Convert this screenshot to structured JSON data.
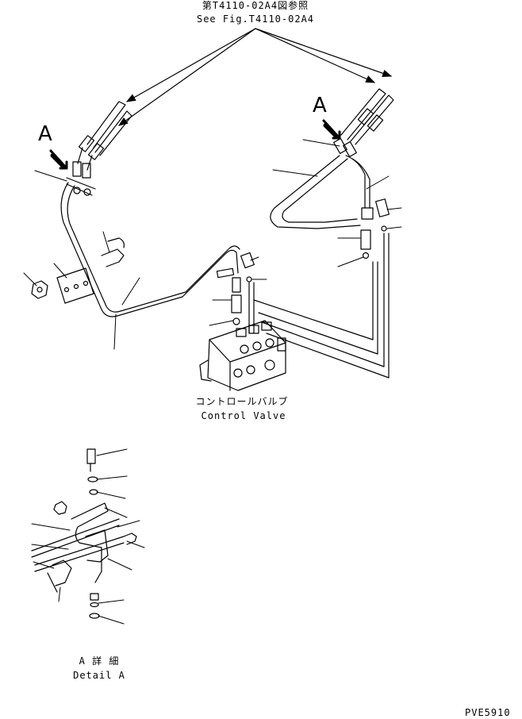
{
  "reference_note": {
    "line1": "第T4110-02A4図参照",
    "line2": "See Fig.T4110-02A4"
  },
  "view_marker_left": "A",
  "view_marker_right": "A",
  "control_valve": {
    "label_jp": "コントロールバルブ",
    "label_en": "Control Valve"
  },
  "detail": {
    "label_jp": "A 詳 細",
    "label_en": "Detail A"
  },
  "drawing_code": "PVE5910"
}
